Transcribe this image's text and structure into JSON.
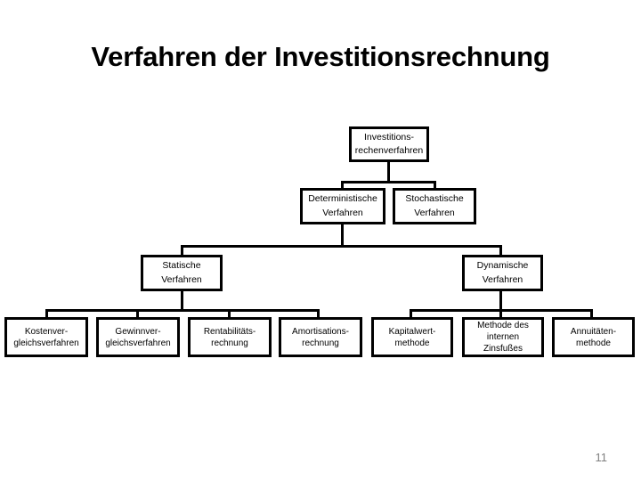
{
  "slide": {
    "title": "Verfahren der Investitionsrechnung",
    "page_number": "11",
    "colors": {
      "background": "#ffffff",
      "box_border": "#000000",
      "text": "#000000",
      "page_number": "#808080"
    }
  },
  "diagram": {
    "type": "hierarchy-tree",
    "root": {
      "id": "investitionsrechenverfahren",
      "line1": "Investitions-",
      "line2": "rechenverfahren"
    },
    "level2": [
      {
        "id": "deterministische-verfahren",
        "line1": "Deterministische",
        "line2": "Verfahren"
      },
      {
        "id": "stochastische-verfahren",
        "line1": "Stochastische",
        "line2": "Verfahren"
      }
    ],
    "level3": [
      {
        "id": "statische-verfahren",
        "line1": "Statische",
        "line2": "Verfahren"
      },
      {
        "id": "dynamische-verfahren",
        "line1": "Dynamische",
        "line2": "Verfahren"
      }
    ],
    "leaves_statisch": [
      {
        "id": "kostenvergleichsverfahren",
        "line1": "Kostenver-",
        "line2": "gleichsverfahren"
      },
      {
        "id": "gewinnvergleichsverfahren",
        "line1": "Gewinnver-",
        "line2": "gleichsverfahren"
      },
      {
        "id": "rentabilitaetsrechnung",
        "line1": "Rentabilitäts-",
        "line2": "rechnung"
      },
      {
        "id": "amortisationsrechnung",
        "line1": "Amortisations-",
        "line2": "rechnung"
      }
    ],
    "leaves_dynamisch": [
      {
        "id": "kapitalwertmethode",
        "line1": "Kapitalwert-",
        "line2": "methode",
        "line3": ""
      },
      {
        "id": "methode-des-internen-zinsfusses",
        "line1": "Methode des",
        "line2": "internen",
        "line3": "Zinsfußes"
      },
      {
        "id": "annuitaetenmethode",
        "line1": "Annuitäten-",
        "line2": "methode",
        "line3": ""
      }
    ]
  }
}
